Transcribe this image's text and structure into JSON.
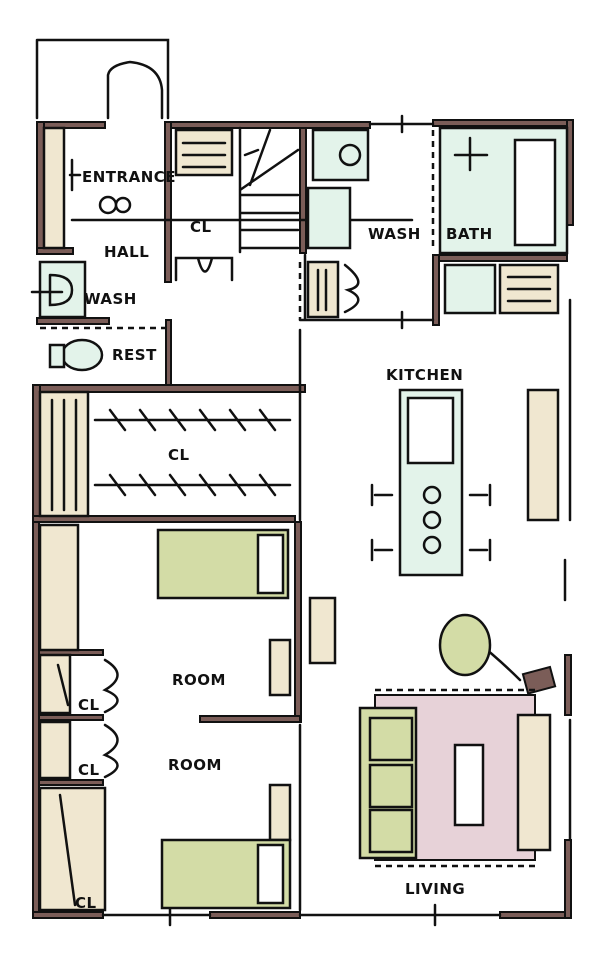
{
  "plan": {
    "rooms": {
      "entrance": "ENTRANCE",
      "hall": "HALL",
      "closet_stairs": "CL",
      "wash_top": "WASH",
      "bath": "BATH",
      "wash_small": "WASH",
      "rest": "REST",
      "kitchen": "KITCHEN",
      "walkin_closet": "CL",
      "room1": "ROOM",
      "room2": "ROOM",
      "closet_a": "CL",
      "closet_b": "CL",
      "closet_c": "CL",
      "living": "LIVING"
    },
    "colors": {
      "wall": "#7b5d58",
      "storage": "#f0e7d0",
      "wet_area": "#e3f3ea",
      "bed": "#d3dca6",
      "rug": "#e7d2d8"
    }
  }
}
